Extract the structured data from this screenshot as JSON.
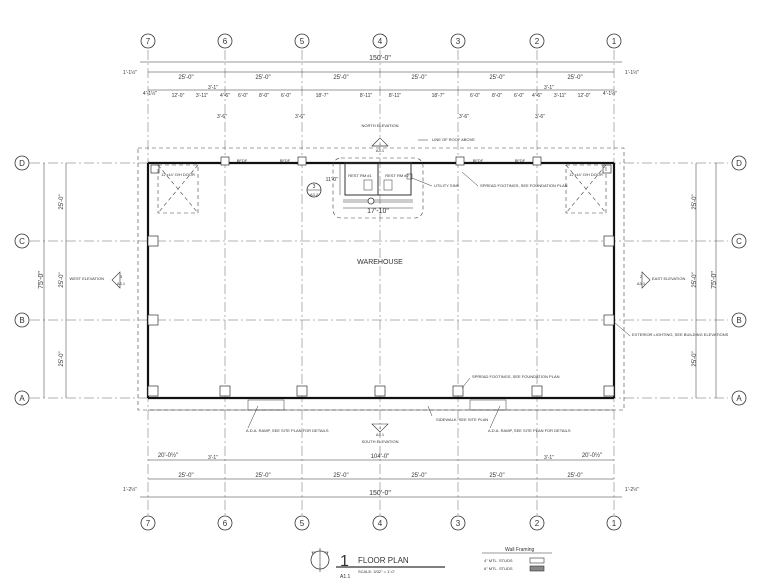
{
  "grid_columns": [
    "7",
    "6",
    "5",
    "4",
    "3",
    "2",
    "1"
  ],
  "grid_rows": [
    "D",
    "C",
    "B",
    "A"
  ],
  "dims": {
    "overall_width": "150'-0\"",
    "bay": "25'-0\"",
    "edge_top": "1'-1½\"",
    "edge_bottom": "1'-2½\"",
    "sub_top": [
      "4'-1½\"",
      "12'-0\"",
      "3'-11\"",
      "4'-6\"",
      "6'-0\"",
      "8'-0\"",
      "6'-0\"",
      "18'-7\"",
      "8'-11\"",
      "8'-11\"",
      "18'-7\"",
      "6'-0\"",
      "8'-0\"",
      "6'-0\"",
      "4'-6\"",
      "3'-11\"",
      "12'-0\"",
      "4'-1½\""
    ],
    "sub_top_upper": [
      "3'-1\"",
      "3'-1\""
    ],
    "door_small": "3'-6\"",
    "side_overall": "75'-0\"",
    "side_bays": [
      "25'-0\"",
      "25'-0\"",
      "25'-0\""
    ],
    "bottom_middle": "104'-0\"",
    "bottom_side": "20'-0½\"",
    "bottom_small": "3'-1\"",
    "enclosure_height": "11'-0\"",
    "enclosure_width": "17'-10\""
  },
  "labels": {
    "warehouse": "WAREHOUSE",
    "line_of_roof_above": "LINE OF ROOF ABOVE",
    "north_elevation": "NORTH ELEVATION",
    "utility_sink": "UTILITY SINK",
    "spread_footings": "SPREAD FOOTINGS, SEE FOUNDATION PLAN",
    "spread_footings_bottom": "SPREAD FOOTINGS, SEE FOUNDATION PLAN",
    "door_left": "12'x14' O/H DOOR",
    "door_right": "12'x14' O/H DOOR",
    "west_elevation": "WEST ELEVATION",
    "east_elevation": "EAST ELEVATION",
    "exterior_lighting": "EXTERIOR LIGHTING, SEE BUILDING ELEVATIONS",
    "ada_ramp_left": "A.D.A. RAMP, SEE SITE PLAN FOR DETAILS",
    "ada_ramp_right": "A.D.A. RAMP, SEE SITE PLAN FOR DETAILS",
    "sidewalk": "SIDEWALK, SEE SITE PLAN",
    "south_elevation": "SOUTH ELEVATION",
    "restroom_1": "REST RM #1",
    "restroom_2": "REST RM #2",
    "bfdf": "BFDF",
    "sheet_ref": "A3.1",
    "ref_a": "3",
    "ref_b": "1",
    "ref_c": "2",
    "ref_d": "4",
    "detail_ref": "A3.2",
    "detail_num": "3"
  },
  "title_block": {
    "number": "1",
    "title": "FLOOR PLAN",
    "scale": "SCALE: 3/32\" = 1'-0\"",
    "sheet": "A1.1"
  },
  "legend": {
    "title": "Wall Framing",
    "items": [
      "4\" MTL. STUDS",
      "6\" MTL. STUDS"
    ]
  }
}
